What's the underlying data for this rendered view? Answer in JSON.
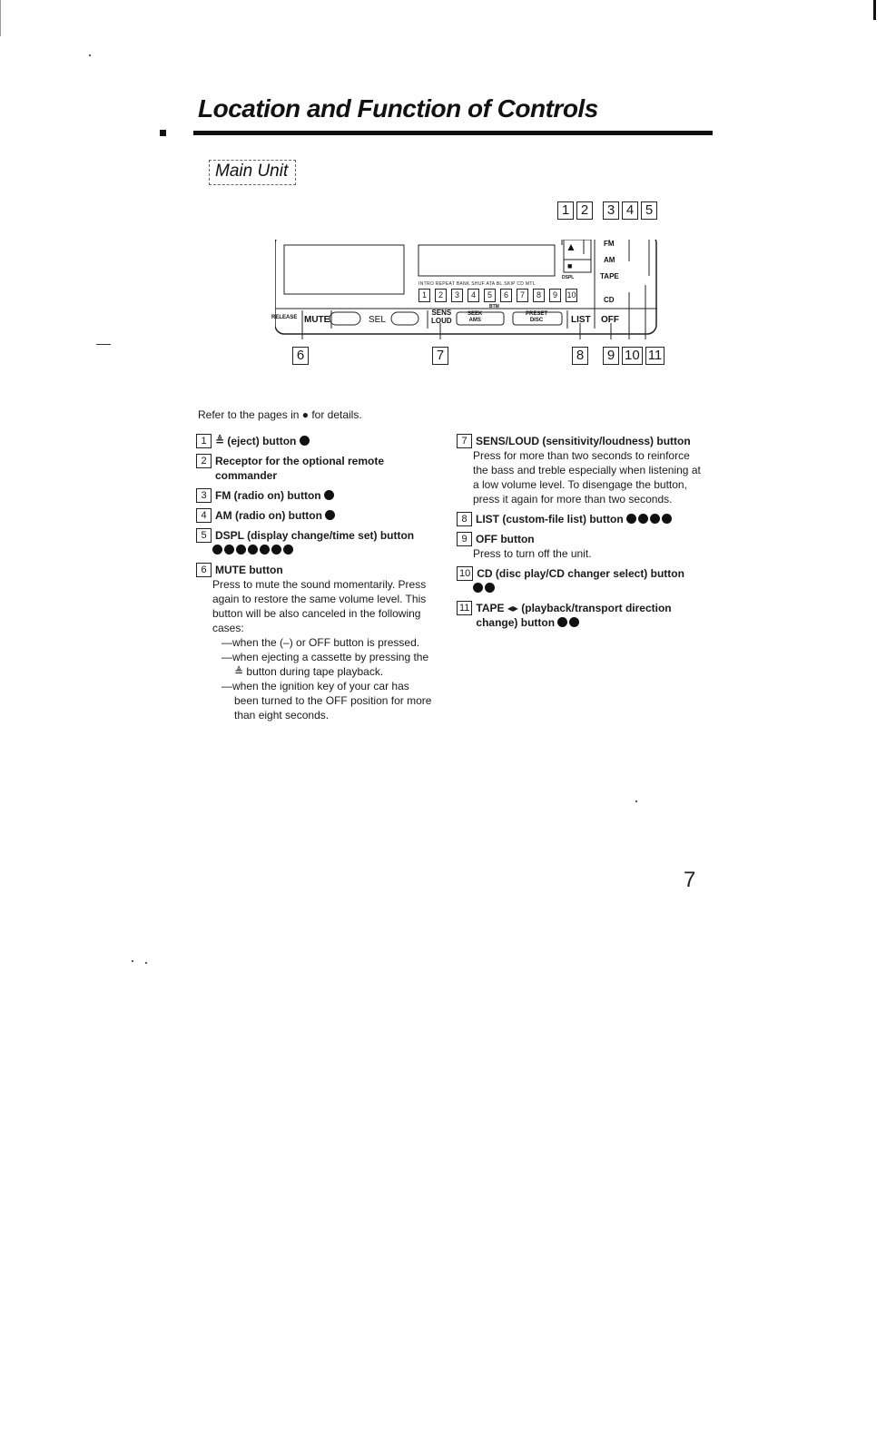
{
  "header": {
    "title": "Location and Function of Controls",
    "section": "Main Unit"
  },
  "diagram": {
    "top_callouts": [
      "1",
      "2",
      "3",
      "4",
      "5"
    ],
    "bottom_callouts": [
      "6",
      "7",
      "8",
      "9",
      "10",
      "11"
    ],
    "buttons": {
      "release": "RELEASE",
      "mute": "MUTE",
      "sel": "SEL",
      "sens": "SENS",
      "loud": "LOUD",
      "seek": "SEEK",
      "ams": "AMS",
      "preset": "PRESET",
      "disc": "DISC",
      "list": "LIST",
      "off": "OFF",
      "fm": "FM",
      "am": "AM",
      "tape": "TAPE",
      "cd": "CD",
      "dspl": "DSPL",
      "btm": "BTM",
      "mode_labels": "INTRO REPEAT BANK SHUF ATA BL.SKIP CD MTL"
    },
    "preset_numbers": [
      "1",
      "2",
      "3",
      "4",
      "5",
      "6",
      "7",
      "8",
      "9",
      "10"
    ]
  },
  "intro": "Refer to the pages in ● for details.",
  "left_items": [
    {
      "num": "1",
      "label": "≜ (eject) button"
    },
    {
      "num": "2",
      "label": "Receptor for the optional remote commander"
    },
    {
      "num": "3",
      "label": "FM (radio on) button"
    },
    {
      "num": "4",
      "label": "AM (radio on) button"
    },
    {
      "num": "5",
      "label": "DSPL (display change/time set) button"
    },
    {
      "num": "6",
      "label": "MUTE button"
    }
  ],
  "mute_description": "Press to mute the sound momentarily. Press again to restore the same volume level. This button will be also canceled in the following cases:",
  "mute_cases": [
    "—when the (–) or OFF button is pressed.",
    "—when ejecting a cassette by pressing the ≜ button during tape playback.",
    "—when the ignition key of your car has been turned to the OFF position for more than eight seconds."
  ],
  "right_items": [
    {
      "num": "7",
      "label": "SENS/LOUD (sensitivity/loudness) button",
      "desc": "Press for more than two seconds to reinforce the bass and treble especially when listening at a low volume level. To disengage the button, press it again for more than two seconds."
    },
    {
      "num": "8",
      "label": "LIST (custom-file list) button",
      "desc": ""
    },
    {
      "num": "9",
      "label": "OFF button",
      "desc": "Press to turn off the unit."
    },
    {
      "num": "10",
      "label": "CD (disc play/CD changer select) button",
      "desc": ""
    },
    {
      "num": "11",
      "label": "TAPE ◂▸ (playback/transport direction change) button",
      "desc": ""
    }
  ],
  "page_number": "7"
}
